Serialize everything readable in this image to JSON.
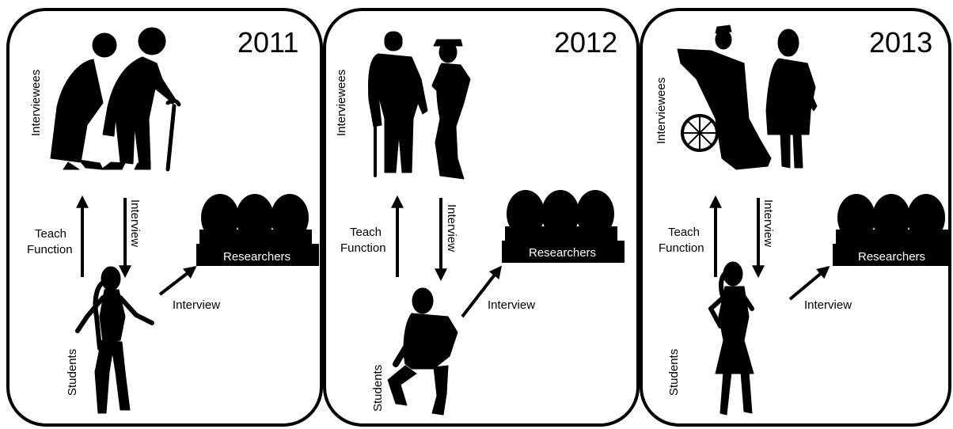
{
  "panels": [
    {
      "year": "2011",
      "interviewees_label": "Interviewees",
      "students_label": "Students",
      "teach_label_line1": "Teach",
      "teach_label_line2": "Function",
      "interview_down_label": "Interview",
      "interview_right_label": "Interview",
      "researchers_label": "Researchers"
    },
    {
      "year": "2012",
      "interviewees_label": "Interviewees",
      "students_label": "Students",
      "teach_label_line1": "Teach",
      "teach_label_line2": "Function",
      "interview_down_label": "Interview",
      "interview_right_label": "Interview",
      "researchers_label": "Researchers"
    },
    {
      "year": "2013",
      "interviewees_label": "Interviewees",
      "students_label": "Students",
      "teach_label_line1": "Teach",
      "teach_label_line2": "Function",
      "interview_down_label": "Interview",
      "interview_right_label": "Interview",
      "researchers_label": "Researchers"
    }
  ],
  "colors": {
    "ink": "#000000",
    "background": "#ffffff"
  },
  "icons": [
    "elderly-couple-icon",
    "man-with-cane-icon",
    "man-in-hat-icon",
    "wheelchair-man-icon",
    "elderly-woman-icon",
    "dancing-girl-icon",
    "crouching-boy-icon",
    "standing-woman-icon",
    "researchers-group-icon"
  ]
}
